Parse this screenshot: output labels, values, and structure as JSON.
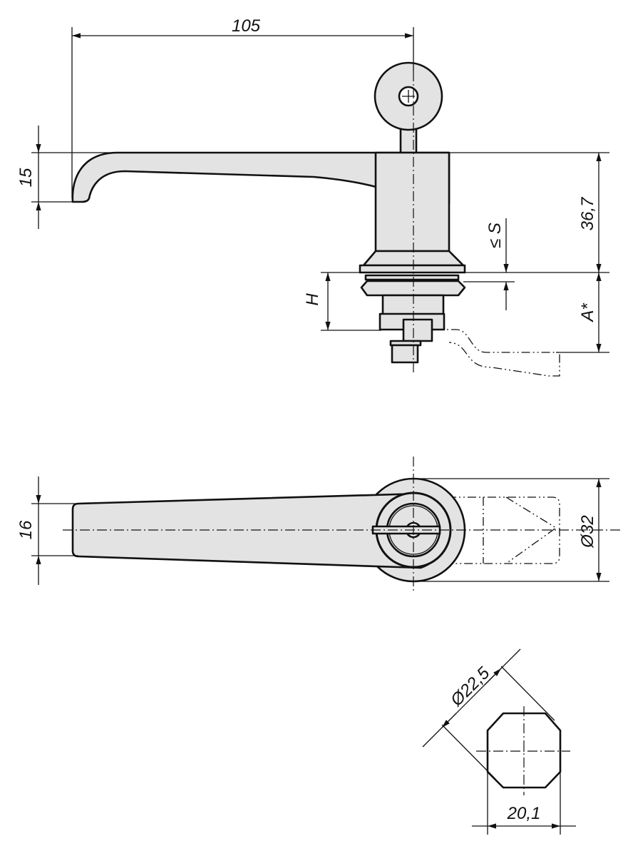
{
  "drawing": {
    "title": "Cam lock with lever handle - technical drawing",
    "dimensions": {
      "overall_length": "105",
      "handle_height": "15",
      "head_height": "36,7",
      "material_thickness": "≤ S",
      "clamp_height": "H",
      "cam_distance": "A*",
      "handle_width": "16",
      "rosette_diameter": "Ø32",
      "cutout_diameter": "Ø22,5",
      "cutout_width": "20,1"
    }
  }
}
